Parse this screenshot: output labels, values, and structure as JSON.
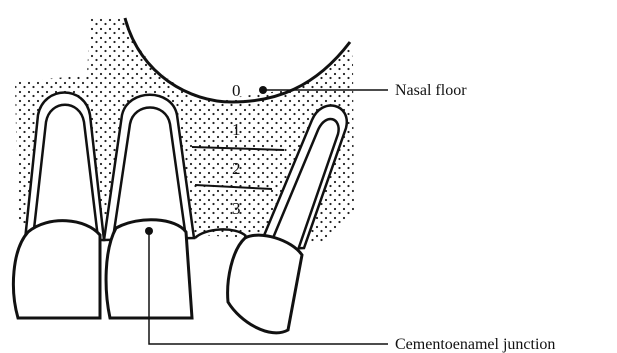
{
  "diagram": {
    "zones": [
      "0",
      "1",
      "2",
      "3"
    ],
    "labels": {
      "nasal_floor": "Nasal floor",
      "cementoenamel_junction": "Cementoenamel junction"
    },
    "colors": {
      "ink": "#111111",
      "bone_dots": "#222222",
      "background": "#ffffff"
    }
  }
}
